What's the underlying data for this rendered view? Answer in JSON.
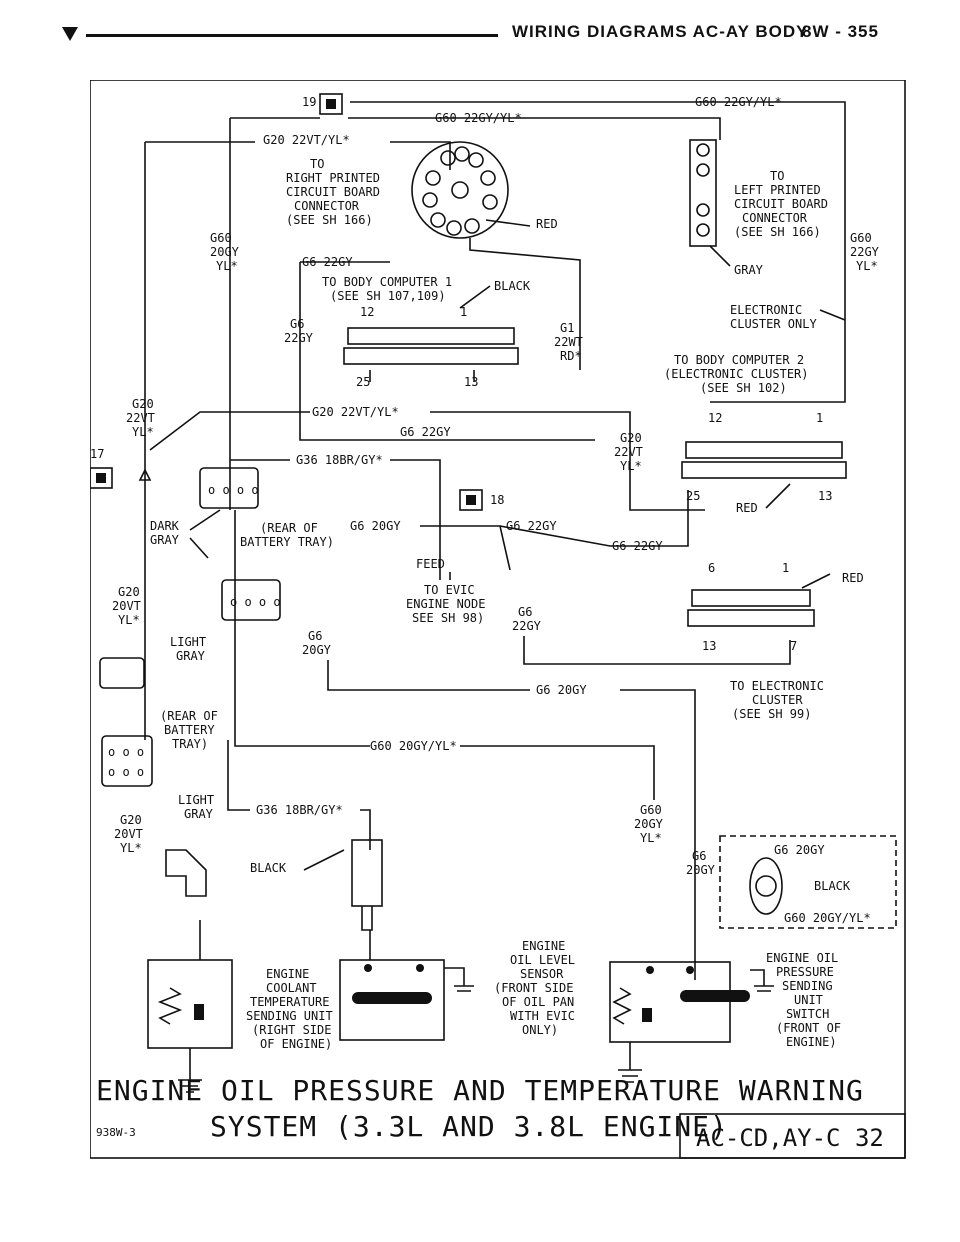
{
  "header": {
    "title": "WIRING DIAGRAMS AC-AY BODY",
    "page": "8W - 355"
  },
  "wires": {
    "g60_yl": "G60 22GY/YL*",
    "g20_vt": "G20 22VT/YL*",
    "g6": "G6 22GY",
    "g36": "G36 18BR/GY*",
    "g6_20": "G6 20GY",
    "g60_20": "G60 20GY/YL*",
    "red": "RED",
    "black": "BLACK",
    "gray": "GRAY",
    "feed": "FEED"
  },
  "labels": {
    "right_pcb": [
      "TO",
      "RIGHT PRINTED",
      "CIRCUIT BOARD",
      "CONNECTOR",
      "(SEE SH 166)"
    ],
    "left_pcb": [
      "TO",
      "LEFT PRINTED",
      "CIRCUIT BOARD",
      "CONNECTOR",
      "(SEE SH 166)"
    ],
    "body1": [
      "TO BODY COMPUTER 1",
      "(SEE SH 107,109)"
    ],
    "body2": [
      "TO BODY COMPUTER 2",
      "(ELECTRONIC CLUSTER)",
      "(SEE SH 102)"
    ],
    "elec_only": [
      "ELECTRONIC",
      "CLUSTER ONLY"
    ],
    "evic": [
      "TO EVIC",
      "ENGINE NODE",
      "SEE SH 98)"
    ],
    "elec_cluster": [
      "TO ELECTRONIC",
      "CLUSTER",
      "(SEE SH 99)"
    ],
    "rear_tray": [
      "(REAR OF",
      "BATTERY TRAY)"
    ],
    "rear_tray2": [
      "(REAR OF",
      "BATTERY",
      "TRAY)"
    ],
    "dark_gray": [
      "DARK",
      "GRAY"
    ],
    "light_gray": [
      "LIGHT",
      "GRAY"
    ],
    "coolant": [
      "ENGINE",
      "COOLANT",
      "TEMPERATURE",
      "SENDING UNIT",
      "(RIGHT SIDE",
      "OF ENGINE)"
    ],
    "oil_level": [
      "ENGINE",
      "OIL LEVEL",
      "SENSOR",
      "(FRONT SIDE",
      "OF OIL PAN",
      "WITH EVIC",
      "ONLY)"
    ],
    "oil_press": [
      "ENGINE OIL",
      "PRESSURE",
      "SENDING",
      "UNIT",
      "SWITCH",
      "(FRONT OF",
      "ENGINE)"
    ],
    "g60_20": [
      "G60",
      "20GY",
      "YL*"
    ],
    "g60_22": [
      "G60",
      "22GY",
      "YL*"
    ],
    "g20_22": [
      "G20",
      "22VT",
      "YL*"
    ],
    "g20_20": [
      "G20",
      "20VT",
      "YL*"
    ],
    "g6_22": [
      "G6",
      "22GY"
    ],
    "g6_20": [
      "G6",
      "20GY"
    ],
    "g60_20b": [
      "G60",
      "20GY",
      "YL*"
    ],
    "g1": [
      "G1",
      "22WT",
      "RD*"
    ],
    "pins": {
      "a": "12",
      "b": "1",
      "c": "25",
      "d": "13",
      "e": "6",
      "f": "7"
    },
    "conn_19": "19",
    "conn_17": "17",
    "conn_18": "18"
  },
  "footer": {
    "title_line1": "ENGINE OIL PRESSURE AND TEMPERATURE WARNING",
    "title_line2": "SYSTEM (3.3L AND 3.8L ENGINE)",
    "code": "AC-CD,AY-C 32",
    "fig": "938W-3"
  }
}
